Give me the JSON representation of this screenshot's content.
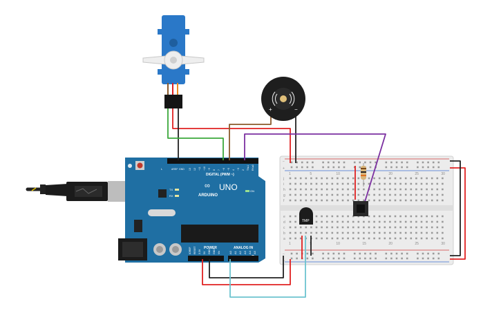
{
  "colors": {
    "board": "#1f6fa3",
    "board_dark": "#17557e",
    "breadboard": "#ececec",
    "rail_red": "#d33b3b",
    "rail_blue": "#3b6fd3",
    "wire_red": "#e02020",
    "wire_black": "#202020",
    "wire_green": "#3aa83a",
    "wire_brown": "#8b5a2b",
    "wire_purple": "#7b2fa0",
    "wire_cyan": "#6cc3cf",
    "servo_blue": "#2a78c8",
    "buzzer": "#1e1e1e",
    "resistor": "#d8b57a"
  },
  "arduino": {
    "brand": "ARDUINO",
    "model": "UNO",
    "logo_icon": "infinity-logo-icon",
    "digital_label": "DIGITAL (PWM ~)",
    "power_label": "POWER",
    "analog_label": "ANALOG IN",
    "on_label": "ON",
    "tx_label": "TX",
    "rx_label": "RX",
    "l_label": "L",
    "aref_label": "AREF",
    "gnd_label": "GND",
    "digital_pins": [
      "13",
      "12",
      "~11",
      "~10",
      "~9",
      "8",
      "7",
      "~6",
      "~5",
      "4",
      "~3",
      "2",
      "TX▸1",
      "RX◂0"
    ],
    "power_pins": [
      "IOREF",
      "RESET",
      "3.3V",
      "5V",
      "GND",
      "GND",
      "Vin"
    ],
    "analog_pins": [
      "A0",
      "A1",
      "A2",
      "A3",
      "A4",
      "A5"
    ]
  },
  "sensor": {
    "label": "TMP"
  },
  "buzzer": {
    "plus": "+",
    "minus": "−",
    "icon": "sound-wave-icon"
  },
  "breadboard": {
    "top_rows": [
      "j",
      "i",
      "h",
      "g",
      "f"
    ],
    "bottom_rows": [
      "e",
      "d",
      "c",
      "b",
      "a"
    ],
    "columns": [
      "1",
      "5",
      "10",
      "15",
      "20",
      "25",
      "30"
    ],
    "plus": "+",
    "minus": "−"
  }
}
